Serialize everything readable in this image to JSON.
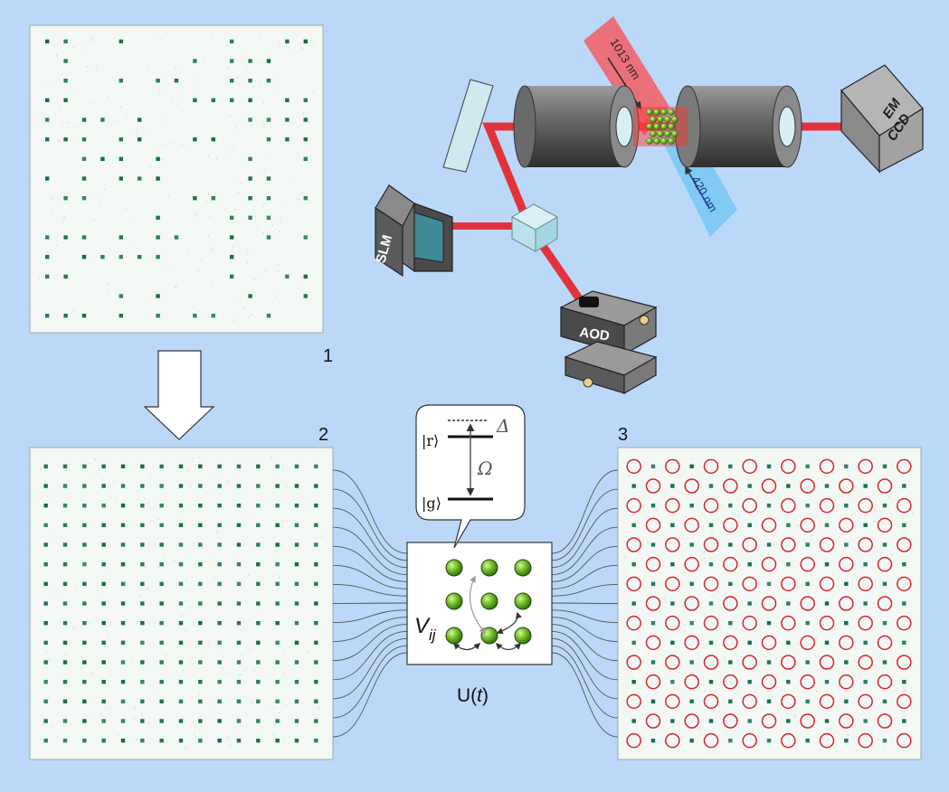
{
  "colors": {
    "background": "#bcd8f8",
    "atom_dot": "#0f6b44",
    "laser": "#e8161b",
    "beam_red": "#ff4444",
    "beam_blue": "#6cc6f2",
    "circle_outline": "#d9232a",
    "sphere_green": "#78c02a"
  },
  "panels": {
    "p1": {
      "number": "1"
    },
    "p2": {
      "number": "2"
    },
    "p3": {
      "number": "3"
    }
  },
  "apparatus": {
    "red_beam_label": "1013 nm",
    "blue_beam_label": "420 nm",
    "slm_label": "SLM",
    "aod_label": "AOD",
    "camera_label_line1": "EM",
    "camera_label_line2": "CCD"
  },
  "levels": {
    "rydberg": "|r⟩",
    "ground": "|g⟩",
    "detuning": "Δ",
    "rabi": "Ω"
  },
  "interaction": {
    "v_main": "V",
    "v_sub": "ij",
    "evolution_prefix": "U(",
    "evolution_var": "t",
    "evolution_suffix": ")"
  },
  "grid": {
    "rows": 15,
    "cols": 15,
    "fill_fraction_panel1": 0.5
  }
}
